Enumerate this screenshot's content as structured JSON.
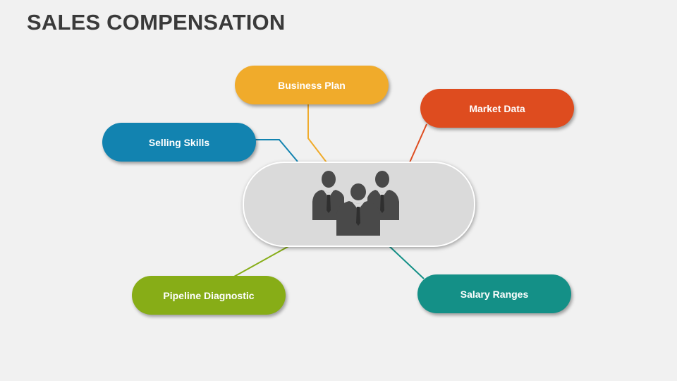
{
  "slide": {
    "title": "SALES COMPENSATION"
  },
  "nodes": [
    {
      "label": "Business Plan",
      "color": "#f0ab2b"
    },
    {
      "label": "Market Data",
      "color": "#de4c1f"
    },
    {
      "label": "Selling Skills",
      "color": "#1283b0"
    },
    {
      "label": "Pipeline Diagnostic",
      "color": "#87ad17"
    },
    {
      "label": "Salary Ranges",
      "color": "#149087"
    }
  ],
  "center": {
    "icon": "business-team-icon",
    "color": "#dadada",
    "icon_color": "#494949"
  }
}
